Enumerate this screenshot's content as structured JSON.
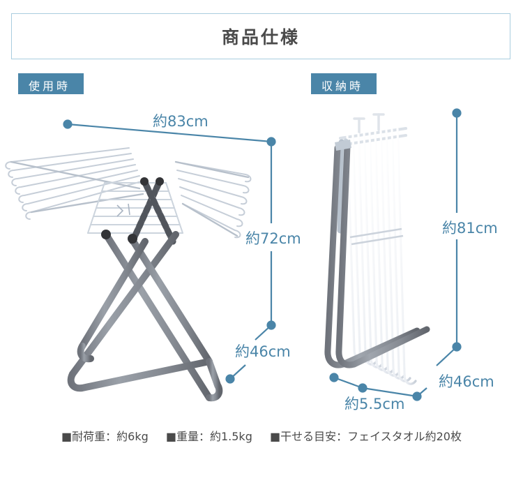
{
  "page": {
    "title": "商品仕様",
    "accent_color": "#4a85a8",
    "border_color": "#a9cddf",
    "text_color": "#4a4a4a",
    "background": "#ffffff"
  },
  "sections": [
    {
      "tag": "使用時",
      "name": "in-use"
    },
    {
      "tag": "収納時",
      "name": "stored"
    }
  ],
  "dimensions": {
    "in_use": {
      "width": "約83cm",
      "height": "約72cm",
      "depth": "約46cm"
    },
    "stored": {
      "height": "約81cm",
      "depth": "約46cm",
      "thickness": "約5.5cm"
    }
  },
  "specs": [
    {
      "label": "■耐荷重：約6kg"
    },
    {
      "label": "■重量：約1.5kg"
    },
    {
      "label": "■干せる目安：フェイスタオル約20枚"
    }
  ],
  "product": {
    "frame_color": "#8a8e96",
    "bar_color": "#d8dde4",
    "cap_color": "#3c3c3c"
  }
}
